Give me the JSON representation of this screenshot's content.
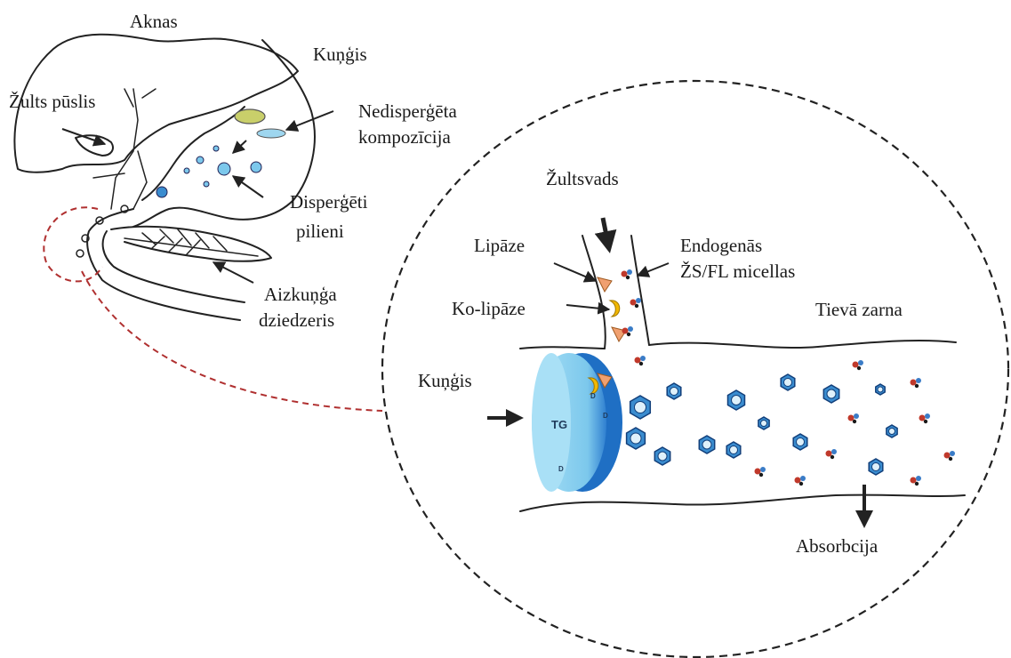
{
  "labels": {
    "liver": "Aknas",
    "stomach_top": "Kuņģis",
    "gallbladder": "Žults pūslis",
    "nondispersed_line1": "Nedisperģēta",
    "nondispersed_line2": "kompozīcija",
    "dispersed_line1": "Disperģēti",
    "dispersed_line2": "pilieni",
    "pancreas_line1": "Aizkuņģa",
    "pancreas_line2": "dziedzeris",
    "bile_duct": "Žultsvads",
    "lipase": "Lipāze",
    "colipase": "Ko-lipāze",
    "endogenous_line1": "Endogenās",
    "endogenous_line2": "ŽS/FL micellas",
    "small_intestine": "Tievā zarna",
    "stomach_inset": "Kuņģis",
    "absorption": "Absorbcija",
    "droplet_tg": "TG",
    "drug_symbol": "D"
  },
  "colors": {
    "dashed_connector": "#b03030",
    "droplet_light": "#8fd3f0",
    "droplet_dark": "#1f6fc4",
    "lipase": "#f0a070",
    "colipase": "#f2b800",
    "particle_blue": "#3a7cc7",
    "particle_red": "#c0392b",
    "nondispersed_blob": "#c9cf6a"
  }
}
